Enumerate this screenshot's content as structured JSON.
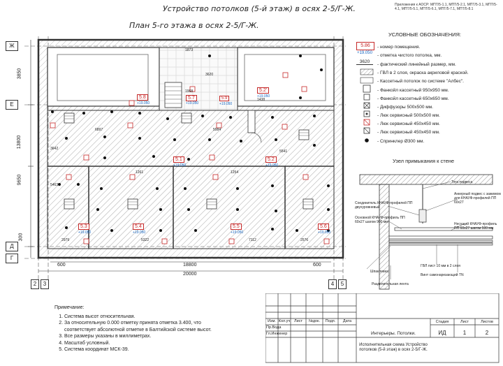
{
  "header": {
    "title": "Устройство потолков (5-й этаж) в осях 2-5/Г-Ж.",
    "appendix": "Приложения к АОСР: МПТ/5-1.1, МПТ/5-2.1, МПТ/5-3.1, МПТ/5-4.1, МПТ/5-5.1, МПТ/5-6.1, МПТ/5-7.1, МПТ/5-8.1",
    "plan_title": "План 5-го этажа в осях 2-5/Г-Ж."
  },
  "axes": {
    "rows": [
      "Ж",
      "Е",
      "Д",
      "Г"
    ],
    "cols": [
      "2",
      "3",
      "4",
      "5"
    ],
    "dims_left": [
      "3850",
      "13800",
      "9650",
      "300"
    ],
    "dims_bottom": [
      "600",
      "18800",
      "600",
      "20000"
    ]
  },
  "rooms": [
    {
      "num": "5.1",
      "mark": "+19.050"
    },
    {
      "num": "5.2",
      "mark": "+19.050"
    },
    {
      "num": "5.3",
      "mark": "+19.050"
    },
    {
      "num": "5.4",
      "mark": "+19.050"
    },
    {
      "num": "5.5",
      "mark": "+19.050"
    },
    {
      "num": "5.6",
      "mark": "+19.050"
    },
    {
      "num": "5.7",
      "mark": "+19.050"
    },
    {
      "num": "5.8",
      "mark": "+19.050"
    },
    {
      "num": "5.9",
      "mark": "+19.050"
    },
    {
      "num": "5.2'",
      "mark": "+19.050"
    }
  ],
  "inner_dims": [
    "1873",
    "1968",
    "6897",
    "5984",
    "5541",
    "3642",
    "1261",
    "1254",
    "5322",
    "7112",
    "2979",
    "5463",
    "3620",
    "1438",
    "2576"
  ],
  "legend": {
    "heading": "УСЛОВНЫЕ ОБОЗНАЧЕНИЯ:",
    "sample_room": "5.86",
    "sample_mark": "+19.050",
    "sample_dim": "3620",
    "items": [
      "- номер помещения.",
      "- отметка чистого потолка, мм.",
      "- фактический линейный размер, мм.",
      "- ГВЛ в 2 слоя, окраска акриловой краской.",
      "- Кассетный потолок по системе \"Албес\".",
      "- Фанкойл кассетный 950х950 мм.",
      "- Фанкойл кассетный 650х650 мм.",
      "- Диффузоры 500х500 мм.",
      "- Люк сервисный 500х500 мм.",
      "- Люк сервисный 450х450 мм.",
      "- Люк сервисный 450х450 мм.",
      "- Спринклер Ø300 мм."
    ]
  },
  "detail": {
    "title": "Узел примыкания к стене",
    "labels": [
      "Тяга подвеса",
      "Анкерный подвес с зажимом для КНАУФ-профилей ПП 60х27",
      "Соединитель КНАУФ-профилей ПП двухуровневый",
      "Основной КНАУФ-профиль ПП 60х27 шагом 900 мм",
      "Несущий КНАУФ-профиль ПП 60х27 шагом 500 мм",
      "Шпаклевка",
      "ГВЛ лист 10 мм в 2 слоя",
      "Винт самонарезающий TN",
      "Разделительная лента"
    ]
  },
  "notes": {
    "heading": "Примечание:",
    "items": [
      "Система высот относительная.",
      "За относительную 0.000 отметку принята отметка 3.400, что соответствует абсолютной отметке в Балтийской системе высот.",
      "Все размеры указаны в миллиметрах.",
      "Масштаб условный.",
      "Система координат МСК-39."
    ]
  },
  "titleblock": {
    "col_headers": [
      "Изм.",
      "Кол.уч",
      "Лист",
      "№док.",
      "Подп.",
      "Дата"
    ],
    "role1": "Пр.Вода",
    "role2": "Гл.Инженер",
    "project": "Интерьеры. Потолки.",
    "stage_h": "Стадия",
    "sheet_h": "Лист",
    "sheets_h": "Листов",
    "stage": "ИД",
    "sheet": "1",
    "sheets": "2",
    "drawing": "Исполнительная схема Устройство потолков (5-й этаж) в осях 2-5/Г-Ж."
  },
  "colors": {
    "line": "#333333",
    "hatch": "#bfbfbf",
    "room_red": "#c62828",
    "mark_blue": "#1565c0"
  }
}
